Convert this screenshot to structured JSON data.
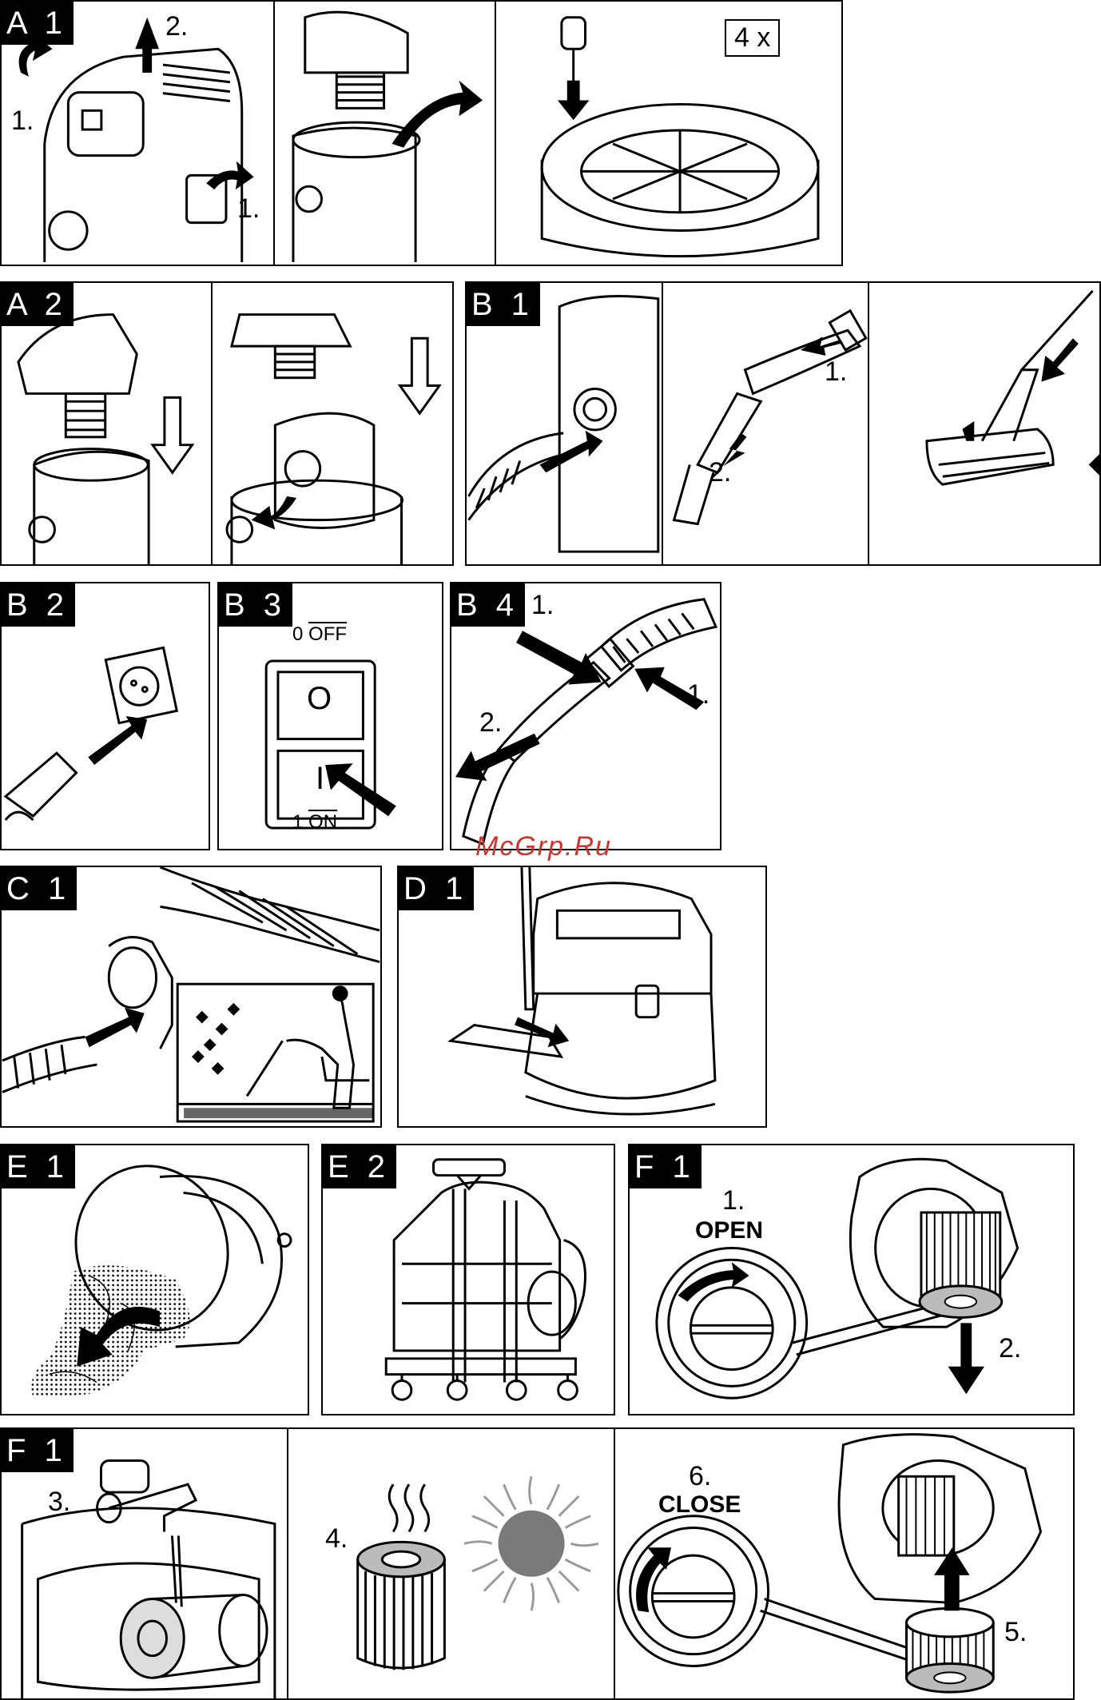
{
  "panels": {
    "a1": {
      "tag": "A 1",
      "steps": [
        "1.",
        "2.",
        "1."
      ],
      "count": "4 x"
    },
    "a2": {
      "tag": "A 2"
    },
    "b1": {
      "tag": "B 1",
      "steps": [
        "1.",
        "2."
      ]
    },
    "b2": {
      "tag": "B 2"
    },
    "b3": {
      "tag": "B 3",
      "off_num": "0",
      "off_word": "OFF",
      "key_off": "O",
      "key_on": "I",
      "on_num": "1",
      "on_word": "ON"
    },
    "b4": {
      "tag": "B 4",
      "steps": [
        "1.",
        "1.",
        "2."
      ]
    },
    "c1": {
      "tag": "C 1"
    },
    "d1": {
      "tag": "D 1"
    },
    "e1": {
      "tag": "E 1"
    },
    "e2": {
      "tag": "E 2"
    },
    "f1_top": {
      "tag": "F 1",
      "step_open": "1.",
      "open_word": "OPEN",
      "step_remove": "2."
    },
    "f1_bottom": {
      "tag": "F 1",
      "step_wash": "3.",
      "step_dry": "4.",
      "step_insert": "5.",
      "step_close": "6.",
      "close_word": "CLOSE"
    }
  },
  "watermark": "McGrp.Ru",
  "colors": {
    "line": "#000000",
    "sun": "#7a7a7a",
    "watermark": "#c9362b",
    "shade": "#d8d8d8"
  }
}
